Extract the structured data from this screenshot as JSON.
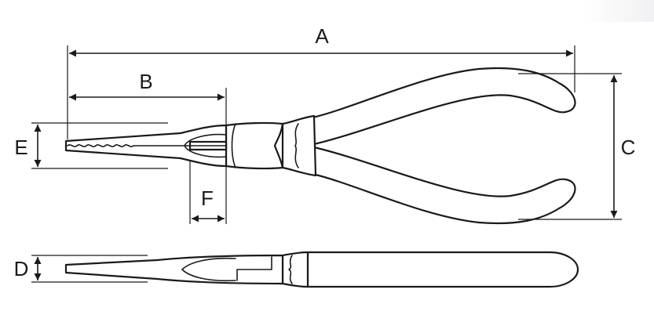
{
  "diagram": {
    "labels": {
      "A": "A",
      "B": "B",
      "C": "C",
      "D": "D",
      "E": "E",
      "F": "F"
    },
    "colors": {
      "line": "#1a1a1a",
      "background": "#ffffff"
    }
  }
}
